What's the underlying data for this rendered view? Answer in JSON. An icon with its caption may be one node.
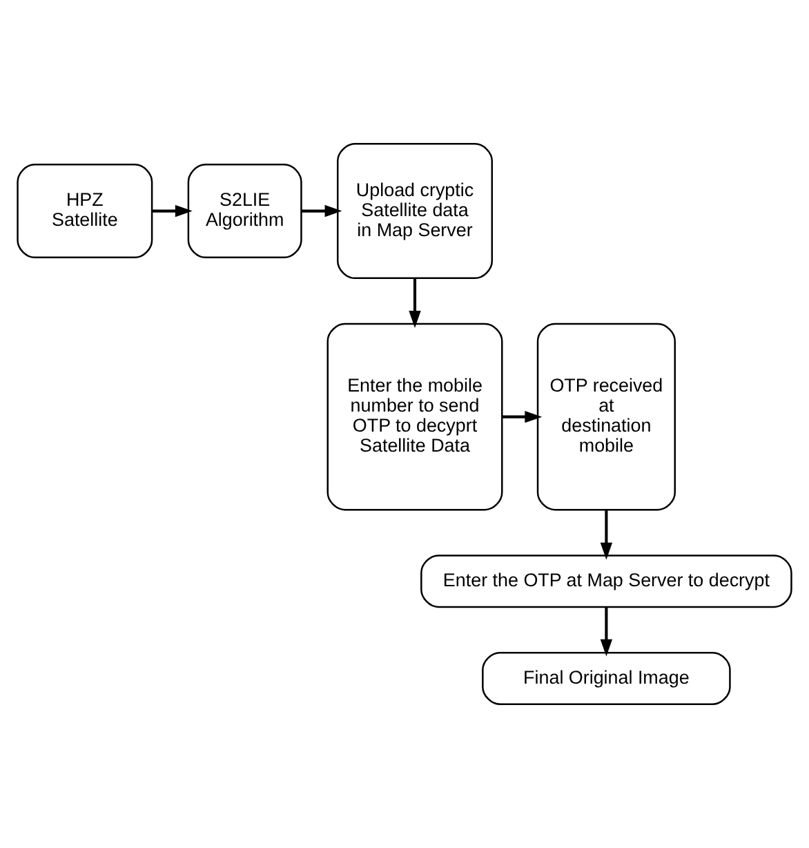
{
  "diagram": {
    "nodes": [
      {
        "text": [
          "HPZ Satellite"
        ]
      },
      {
        "text": [
          "S2LIE Algorithm"
        ]
      },
      {
        "text": [
          "Upload cryptic Satellite data in Map Server"
        ]
      },
      {
        "text": [
          "Enter the mobile number to send OTP to decyprt Satellite Data"
        ]
      },
      {
        "text": [
          "OTP received at destination mobile"
        ]
      },
      {
        "text": [
          "Enter the OTP at Map Server to decrypt"
        ]
      },
      {
        "text": [
          "Final Original Image"
        ]
      }
    ],
    "edges": [
      {
        "from": 0,
        "to": 1,
        "arrow": "to"
      },
      {
        "from": 1,
        "to": 2,
        "arrow": "to"
      },
      {
        "from": 2,
        "to": 3,
        "arrow": "to"
      },
      {
        "from": 3,
        "to": 4,
        "arrow": "to"
      },
      {
        "from": 4,
        "to": 5,
        "arrow": "to"
      },
      {
        "from": 5,
        "to": 6,
        "arrow": "to"
      }
    ]
  }
}
